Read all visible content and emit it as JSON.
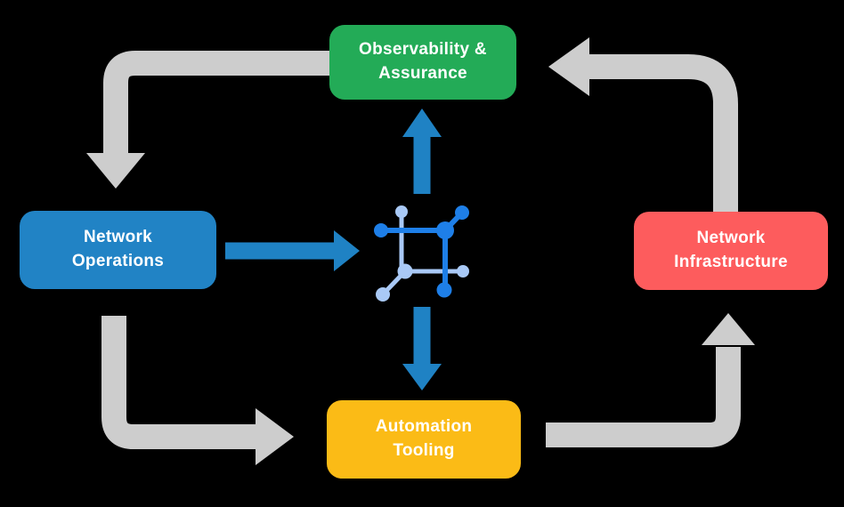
{
  "diagram": {
    "name": "closed-loop network automation cycle",
    "background": "#000000"
  },
  "colors": {
    "observability_green": "#23AB57",
    "operations_blue": "#2183C5",
    "infrastructure_red": "#FD5C5D",
    "tooling_yellow": "#FBBB16",
    "cycle_arrow_gray": "#CDCDCD",
    "flow_arrow_blue": "#1F82C4",
    "icon_dark_blue": "#1E7FE8",
    "icon_light_blue": "#A9C9F6",
    "label_text": "#FFFFFF"
  },
  "nodes": [
    {
      "id": "observability-assurance",
      "lines": [
        "Observability &",
        "Assurance"
      ],
      "color": "#23AB57",
      "position": "top"
    },
    {
      "id": "network-operations",
      "lines": [
        "Network",
        "Operations"
      ],
      "color": "#2183C5",
      "position": "left"
    },
    {
      "id": "network-infrastructure",
      "lines": [
        "Network",
        "Infrastructure"
      ],
      "color": "#FD5C5D",
      "position": "right"
    },
    {
      "id": "automation-tooling",
      "lines": [
        "Automation",
        "Tooling"
      ],
      "color": "#FBBB16",
      "position": "bottom"
    }
  ],
  "arrows": [
    {
      "from": "observability-assurance",
      "to": "network-operations",
      "style": "gray-cycle"
    },
    {
      "from": "network-operations",
      "to": "automation-tooling",
      "style": "gray-cycle"
    },
    {
      "from": "automation-tooling",
      "to": "network-infrastructure",
      "style": "gray-cycle"
    },
    {
      "from": "network-infrastructure",
      "to": "observability-assurance",
      "style": "gray-cycle"
    },
    {
      "from": "network-operations",
      "to": "center-icon",
      "style": "blue-flow"
    },
    {
      "from": "center-icon",
      "to": "observability-assurance",
      "style": "blue-flow"
    },
    {
      "from": "center-icon",
      "to": "automation-tooling",
      "style": "blue-flow"
    }
  ],
  "center_icon": {
    "name": "network-automation-nodes-icon"
  }
}
